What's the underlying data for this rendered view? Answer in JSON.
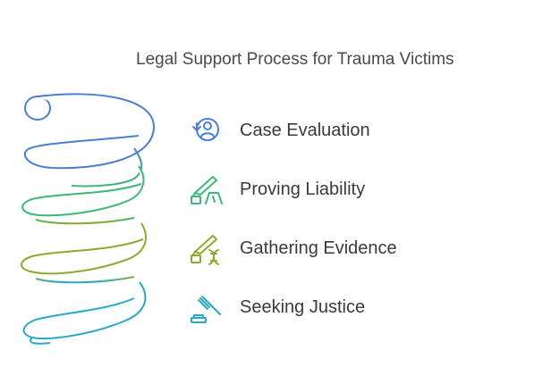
{
  "title": "Legal Support Process for Trauma Victims",
  "steps": [
    {
      "label": "Case Evaluation",
      "icon": "person-search-icon",
      "color": "#4a7fd4"
    },
    {
      "label": "Proving Liability",
      "icon": "knife-evidence-icon",
      "color": "#3cb878"
    },
    {
      "label": "Gathering Evidence",
      "icon": "knife-dna-icon",
      "color": "#8aab2e"
    },
    {
      "label": "Seeking Justice",
      "icon": "gavel-icon",
      "color": "#2aa8c8"
    }
  ]
}
